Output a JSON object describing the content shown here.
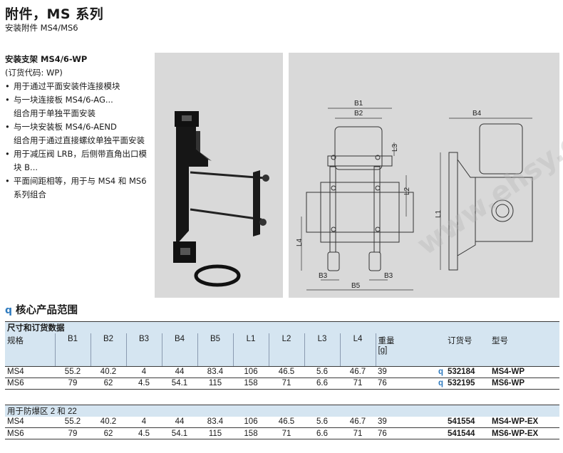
{
  "header": {
    "title": "附件，MS 系列",
    "subtitle": "安装附件 MS4/MS6"
  },
  "product": {
    "name": "安装支架 MS4/6-WP",
    "order_code": "(订货代码: WP)",
    "bullets": [
      "用于通过平面安装件连接模块",
      "与一块连接板 MS4/6-AG...",
      "组合用于单独平面安装",
      "与一块安装板 MS4/6-AEND",
      "组合用于通过直接螺纹单独平面安装",
      "用于减压阀 LRB，后侧带直角出口模块 B...",
      "平面间距相等，用于与 MS4 和 MS6 系列组合"
    ]
  },
  "drawing": {
    "labels": [
      "B1",
      "B2",
      "B3",
      "B3",
      "B4",
      "B5",
      "L1",
      "L2",
      "L3",
      "L4"
    ],
    "watermark": "www.ehsy.com"
  },
  "section": {
    "icon": "q",
    "title": "核心产品范围"
  },
  "table": {
    "band1": "尺寸和订货数据",
    "headers": [
      "规格",
      "B1",
      "B2",
      "B3",
      "B4",
      "B5",
      "L1",
      "L2",
      "L3",
      "L4",
      "重量",
      "订货号",
      "型号"
    ],
    "weight_unit": "[g]",
    "rows": [
      {
        "size": "MS4",
        "B1": "55.2",
        "B2": "40.2",
        "B3": "4",
        "B4": "44",
        "B5": "83.4",
        "L1": "106",
        "L2": "46.5",
        "L3": "5.6",
        "L4": "46.7",
        "weight": "39",
        "q": "q",
        "order": "532184",
        "type": "MS4-WP"
      },
      {
        "size": "MS6",
        "B1": "79",
        "B2": "62",
        "B3": "4.5",
        "B4": "54.1",
        "B5": "115",
        "L1": "158",
        "L2": "71",
        "L3": "6.6",
        "L4": "71",
        "weight": "76",
        "q": "q",
        "order": "532195",
        "type": "MS6-WP"
      }
    ],
    "band2": "用于防爆区 2 和 22",
    "rows_ex": [
      {
        "size": "MS4",
        "B1": "55.2",
        "B2": "40.2",
        "B3": "4",
        "B4": "44",
        "B5": "83.4",
        "L1": "106",
        "L2": "46.5",
        "L3": "5.6",
        "L4": "46.7",
        "weight": "39",
        "order": "541554",
        "type": "MS4-WP-EX"
      },
      {
        "size": "MS6",
        "B1": "79",
        "B2": "62",
        "B3": "4.5",
        "B4": "54.1",
        "B5": "115",
        "L1": "158",
        "L2": "71",
        "L3": "6.6",
        "L4": "71",
        "weight": "76",
        "order": "541544",
        "type": "MS6-WP-EX"
      }
    ]
  }
}
